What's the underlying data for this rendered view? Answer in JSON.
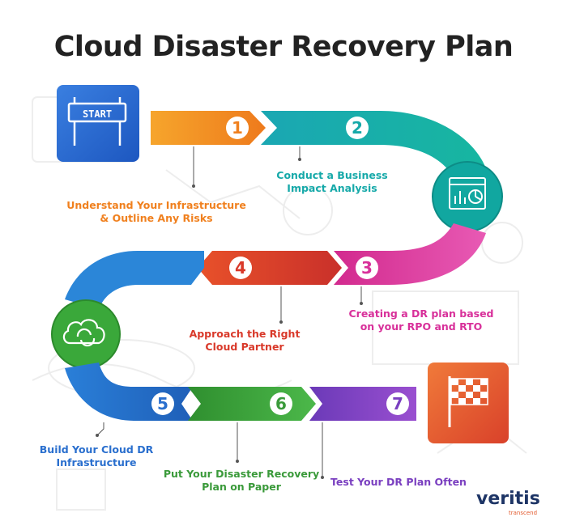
{
  "title": "Cloud Disaster Recovery Plan",
  "start_sign": "START",
  "steps": [
    {
      "number": "1",
      "label_lines": [
        "Understand Your Infrastructure",
        "& Outline Any Risks"
      ],
      "color": "#f0801e"
    },
    {
      "number": "2",
      "label_lines": [
        "Conduct a Business",
        "Impact Analysis"
      ],
      "color": "#16a9a9"
    },
    {
      "number": "3",
      "label_lines": [
        "Creating a DR plan based",
        "on your RPO and RTO"
      ],
      "color": "#d8309a"
    },
    {
      "number": "4",
      "label_lines": [
        "Approach the Right",
        "Cloud Partner"
      ],
      "color": "#d9392a"
    },
    {
      "number": "5",
      "label_lines": [
        "Build Your Cloud DR",
        "Infrastructure"
      ],
      "color": "#2a6fce"
    },
    {
      "number": "6",
      "label_lines": [
        "Put Your Disaster Recovery",
        "Plan on Paper"
      ],
      "color": "#3a9a3a"
    },
    {
      "number": "7",
      "label_lines": [
        "Test Your DR Plan Often"
      ],
      "color": "#7a3fc0"
    }
  ],
  "brand": {
    "name": "veritis",
    "tagline": "transcend"
  },
  "colors": {
    "title": "#222222",
    "brand": "#1e3566",
    "accent": "#e2582b"
  },
  "icons": [
    "start-sign-icon",
    "analytics-chart-icon",
    "cloud-sync-icon",
    "checkered-flag-icon"
  ]
}
